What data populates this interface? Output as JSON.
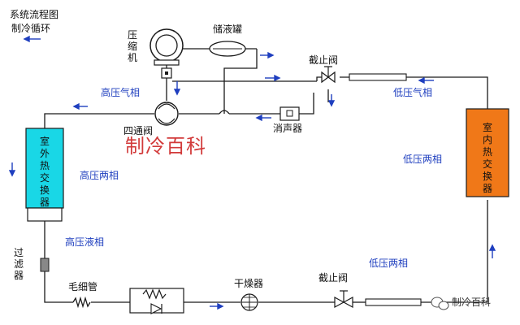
{
  "diagram": {
    "title": "系统流程图",
    "subtitle": "制冷循环",
    "labels": {
      "compressor": "压缩机",
      "receiver": "储液罐",
      "stop_valve_top": "截止阀",
      "four_way_valve": "四通阀",
      "muffler": "消声器",
      "outdoor_hx": "室外热交换器",
      "indoor_hx": "室内热交换器",
      "filter": "过滤器",
      "capillary": "毛细管",
      "dryer": "干燥器",
      "stop_valve_bottom": "截止阀"
    },
    "states": {
      "hp_gas": "高压气相",
      "lp_gas": "低压气相",
      "hp_two_phase": "高压两相",
      "lp_two_phase_right": "低压两相",
      "hp_liquid": "高压液相",
      "lp_two_phase_bottom": "低压两相"
    },
    "watermark": "制冷百科",
    "brand": "制冷百科",
    "colors": {
      "line": "#1a1a1a",
      "arrow": "#1f3fbf",
      "outdoor_hx": "#19d7e6",
      "indoor_hx": "#f07818",
      "watermark": "#d23a3a"
    }
  }
}
